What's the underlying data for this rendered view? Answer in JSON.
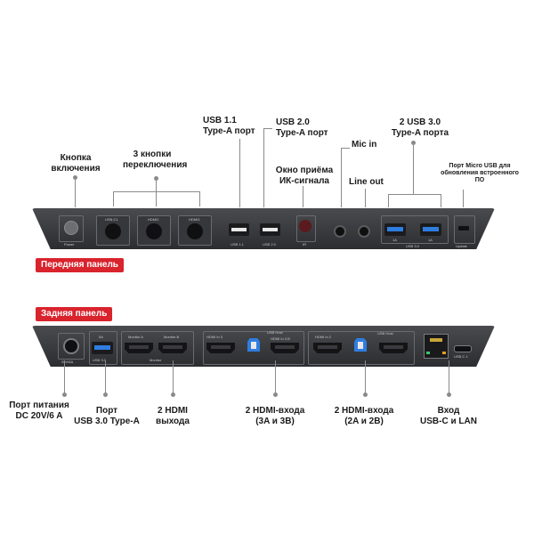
{
  "front": {
    "tag": "Передняя панель",
    "callouts": {
      "power": "Кнопка\nвключения",
      "switch": "3 кнопки\nпереключения",
      "usb11": "USB 1.1\nType-A порт",
      "usb20": "USB 2.0\nType-A порт",
      "ir": "Окно приёма\nИК-сигнала",
      "mic": "Mic in",
      "lineout": "Line out",
      "usb30": "2 USB 3.0\nType-A порта",
      "microusb": "Порт Micro USB для\nобновления встроенного\nПО"
    },
    "port_text": {
      "power": "Power",
      "usbc1": "USB-C1",
      "hdmi2": "HDMI2",
      "hdmi3": "HDMI3",
      "usb11": "USB 1.1",
      "usb20": "USB 2.0",
      "ir": "IR",
      "usb30": "USB 3.0",
      "port_a1": "1A",
      "port_a2": "1A",
      "update": "Update"
    }
  },
  "back": {
    "tag": "Задняя панель",
    "callouts": {
      "dc": "Порт питания\nDC 20V/6 A",
      "usb": "Порт\nUSB 3.0 Type-A",
      "hdmiout": "2 HDMI\nвыхода",
      "hdmi3b": "2 HDMI-входа\n(3A и 3B)",
      "hdmi2b": "2 HDMI-входа\n(2A и 2B)",
      "usbc": "Вход\nUSB-C и LAN"
    },
    "port_text": {
      "dc": "20V/6A",
      "usb_out": "5A",
      "usb_label": "USB 3.0",
      "monitor_a": "Monitor A",
      "monitor_b": "Monitor B",
      "monitor": "Monitor",
      "hdmi3_in": "HDMI In 3",
      "usb_host": "USB Host",
      "hdmi3b_in": "HDMI In 3 B",
      "hdmi2_in": "HDMI In 2",
      "usb_host2": "USB Host",
      "usbc1": "USB-C 1"
    }
  }
}
